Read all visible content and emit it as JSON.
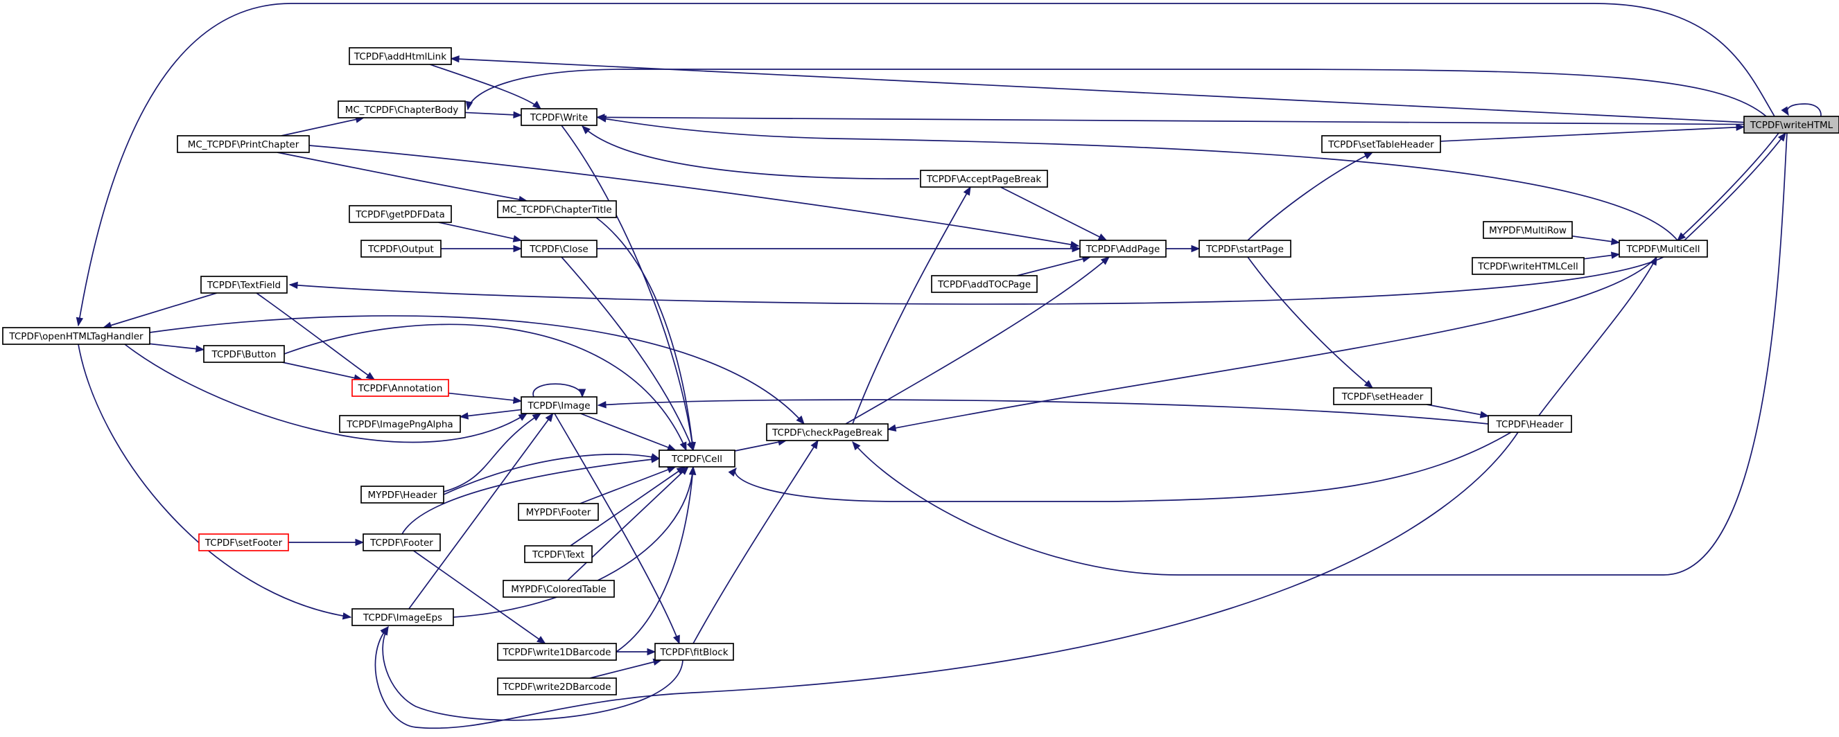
{
  "graph": {
    "title": "",
    "focus": "writeHTML",
    "colors": {
      "edge": "#191970",
      "node_border": "#000000",
      "highlight_border": "#ff0000",
      "focus_fill": "#bfbfbf"
    },
    "nodes": [
      {
        "id": "writeHTML",
        "label": "TCPDF\\writeHTML",
        "style": "focus"
      },
      {
        "id": "addHtmlLink",
        "label": "TCPDF\\addHtmlLink"
      },
      {
        "id": "chapterBody",
        "label": "MC_TCPDF\\ChapterBody"
      },
      {
        "id": "write",
        "label": "TCPDF\\Write"
      },
      {
        "id": "printChapter",
        "label": "MC_TCPDF\\PrintChapter"
      },
      {
        "id": "setTableHeader",
        "label": "TCPDF\\setTableHeader"
      },
      {
        "id": "acceptPageBreak",
        "label": "TCPDF\\AcceptPageBreak"
      },
      {
        "id": "chapterTitle",
        "label": "MC_TCPDF\\ChapterTitle"
      },
      {
        "id": "getPDFData",
        "label": "TCPDF\\getPDFData"
      },
      {
        "id": "myMultiRow",
        "label": "MYPDF\\MultiRow"
      },
      {
        "id": "output",
        "label": "TCPDF\\Output"
      },
      {
        "id": "close",
        "label": "TCPDF\\Close"
      },
      {
        "id": "addPage",
        "label": "TCPDF\\AddPage"
      },
      {
        "id": "startPage",
        "label": "TCPDF\\startPage"
      },
      {
        "id": "multiCell",
        "label": "TCPDF\\MultiCell"
      },
      {
        "id": "writeHTMLCell",
        "label": "TCPDF\\writeHTMLCell"
      },
      {
        "id": "textField",
        "label": "TCPDF\\TextField"
      },
      {
        "id": "addTOCPage",
        "label": "TCPDF\\addTOCPage"
      },
      {
        "id": "openHTMLTagHandler",
        "label": "TCPDF\\openHTMLTagHandler"
      },
      {
        "id": "button",
        "label": "TCPDF\\Button"
      },
      {
        "id": "annotation",
        "label": "TCPDF\\Annotation",
        "style": "red"
      },
      {
        "id": "setHeader",
        "label": "TCPDF\\setHeader"
      },
      {
        "id": "image",
        "label": "TCPDF\\Image"
      },
      {
        "id": "imagePngAlpha",
        "label": "TCPDF\\ImagePngAlpha"
      },
      {
        "id": "header",
        "label": "TCPDF\\Header"
      },
      {
        "id": "checkPageBreak",
        "label": "TCPDF\\checkPageBreak"
      },
      {
        "id": "cell",
        "label": "TCPDF\\Cell"
      },
      {
        "id": "myHeader",
        "label": "MYPDF\\Header"
      },
      {
        "id": "myFooter",
        "label": "MYPDF\\Footer"
      },
      {
        "id": "setFooter",
        "label": "TCPDF\\setFooter",
        "style": "red"
      },
      {
        "id": "footer",
        "label": "TCPDF\\Footer"
      },
      {
        "id": "text",
        "label": "TCPDF\\Text"
      },
      {
        "id": "coloredTable",
        "label": "MYPDF\\ColoredTable"
      },
      {
        "id": "imageEps",
        "label": "TCPDF\\ImageEps"
      },
      {
        "id": "write1DBarcode",
        "label": "TCPDF\\write1DBarcode"
      },
      {
        "id": "fitBlock",
        "label": "TCPDF\\fitBlock"
      },
      {
        "id": "write2DBarcode",
        "label": "TCPDF\\write2DBarcode"
      }
    ],
    "edges": [
      {
        "from": "writeHTML",
        "to": "writeHTML"
      },
      {
        "from": "writeHTML",
        "to": "addHtmlLink"
      },
      {
        "from": "writeHTML",
        "to": "chapterBody"
      },
      {
        "from": "writeHTML",
        "to": "write"
      },
      {
        "from": "writeHTML",
        "to": "openHTMLTagHandler"
      },
      {
        "from": "setTableHeader",
        "to": "writeHTML"
      },
      {
        "from": "multiCell",
        "to": "writeHTML"
      },
      {
        "from": "writeHTML",
        "to": "multiCell"
      },
      {
        "from": "writeHTML",
        "to": "checkPageBreak"
      },
      {
        "from": "addHtmlLink",
        "to": "write"
      },
      {
        "from": "chapterBody",
        "to": "write"
      },
      {
        "from": "printChapter",
        "to": "chapterBody"
      },
      {
        "from": "printChapter",
        "to": "chapterTitle"
      },
      {
        "from": "printChapter",
        "to": "addPage"
      },
      {
        "from": "multiCell",
        "to": "write"
      },
      {
        "from": "acceptPageBreak",
        "to": "write"
      },
      {
        "from": "write",
        "to": "cell"
      },
      {
        "from": "chapterTitle",
        "to": "cell"
      },
      {
        "from": "getPDFData",
        "to": "close"
      },
      {
        "from": "output",
        "to": "close"
      },
      {
        "from": "close",
        "to": "addPage"
      },
      {
        "from": "close",
        "to": "cell"
      },
      {
        "from": "acceptPageBreak",
        "to": "addPage"
      },
      {
        "from": "addTOCPage",
        "to": "addPage"
      },
      {
        "from": "addPage",
        "to": "startPage"
      },
      {
        "from": "checkPageBreak",
        "to": "addPage"
      },
      {
        "from": "startPage",
        "to": "setTableHeader"
      },
      {
        "from": "startPage",
        "to": "setHeader"
      },
      {
        "from": "myMultiRow",
        "to": "multiCell"
      },
      {
        "from": "writeHTMLCell",
        "to": "multiCell"
      },
      {
        "from": "multiCell",
        "to": "textField"
      },
      {
        "from": "multiCell",
        "to": "checkPageBreak"
      },
      {
        "from": "header",
        "to": "multiCell"
      },
      {
        "from": "textField",
        "to": "openHTMLTagHandler"
      },
      {
        "from": "textField",
        "to": "annotation"
      },
      {
        "from": "openHTMLTagHandler",
        "to": "button"
      },
      {
        "from": "openHTMLTagHandler",
        "to": "checkPageBreak"
      },
      {
        "from": "openHTMLTagHandler",
        "to": "image"
      },
      {
        "from": "openHTMLTagHandler",
        "to": "imageEps"
      },
      {
        "from": "button",
        "to": "annotation"
      },
      {
        "from": "button",
        "to": "cell"
      },
      {
        "from": "annotation",
        "to": "image"
      },
      {
        "from": "image",
        "to": "image"
      },
      {
        "from": "image",
        "to": "imagePngAlpha"
      },
      {
        "from": "image",
        "to": "cell"
      },
      {
        "from": "image",
        "to": "fitBlock"
      },
      {
        "from": "myHeader",
        "to": "image"
      },
      {
        "from": "myHeader",
        "to": "cell"
      },
      {
        "from": "imageEps",
        "to": "image"
      },
      {
        "from": "imageEps",
        "to": "cell"
      },
      {
        "from": "setHeader",
        "to": "header"
      },
      {
        "from": "header",
        "to": "image"
      },
      {
        "from": "header",
        "to": "cell"
      },
      {
        "from": "header",
        "to": "imageEps"
      },
      {
        "from": "cell",
        "to": "checkPageBreak"
      },
      {
        "from": "checkPageBreak",
        "to": "acceptPageBreak"
      },
      {
        "from": "fitBlock",
        "to": "checkPageBreak"
      },
      {
        "from": "myFooter",
        "to": "cell"
      },
      {
        "from": "text",
        "to": "cell"
      },
      {
        "from": "coloredTable",
        "to": "cell"
      },
      {
        "from": "footer",
        "to": "cell"
      },
      {
        "from": "footer",
        "to": "write1DBarcode"
      },
      {
        "from": "setFooter",
        "to": "footer"
      },
      {
        "from": "write1DBarcode",
        "to": "fitBlock"
      },
      {
        "from": "write1DBarcode",
        "to": "cell"
      },
      {
        "from": "write2DBarcode",
        "to": "fitBlock"
      },
      {
        "from": "fitBlock",
        "to": "imageEps"
      }
    ]
  }
}
